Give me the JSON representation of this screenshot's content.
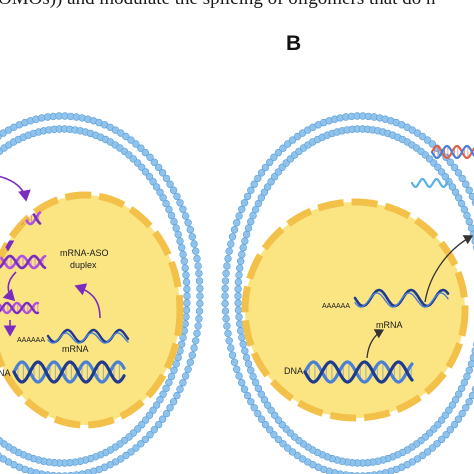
{
  "caption_line": "OMOs)) and modulate the splicing of oligomers that do n",
  "panel_b_letter": "B",
  "left_cell": {
    "duplex_label_line1": "mRNA-ASO",
    "duplex_label_line2": "duplex",
    "polya_label": "AAAAAA",
    "mrna_label": "mRNA",
    "dna_label_fragment": "NA"
  },
  "right_cell": {
    "polya_label": "AAAAAA",
    "mrna_label": "mRNA",
    "dna_label": "DNA"
  },
  "colors": {
    "membrane": "#8fc3ec",
    "membrane_outline": "#5a9ed8",
    "nucleus_fill": "#fbe583",
    "nucleus_border": "#f3c14a",
    "dna_dark": "#1f3b8f",
    "dna_light": "#4a7fd6",
    "aso_purple": "#7b2bbf",
    "aso_magenta": "#b04fe0",
    "free_aso_blue": "#5bb0e8",
    "arrow": "#333333",
    "caption_text": "#1a1a1a"
  }
}
